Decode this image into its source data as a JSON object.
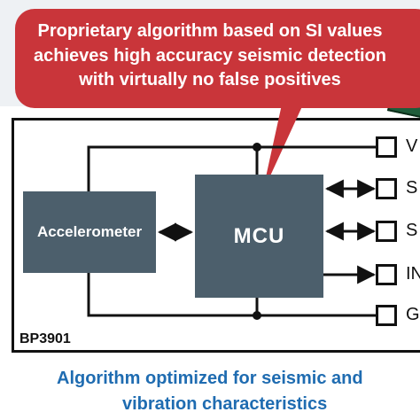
{
  "callout": {
    "lines": [
      "Proprietary algorithm based on SI values",
      "achieves high accuracy seismic detection",
      "with virtually no false positives"
    ]
  },
  "diagram": {
    "accelerometer_label": "Accelerometer",
    "mcu_label": "MCU",
    "part_number": "BP3901",
    "pins": [
      "V",
      "S",
      "S",
      "IN",
      "G"
    ]
  },
  "caption": {
    "line1": "Algorithm optimized for seismic and",
    "line2": "vibration characteristics"
  },
  "colors": {
    "callout": "#c9353a",
    "blocks": "#4c5f6c",
    "caption": "#1f6cb1"
  }
}
